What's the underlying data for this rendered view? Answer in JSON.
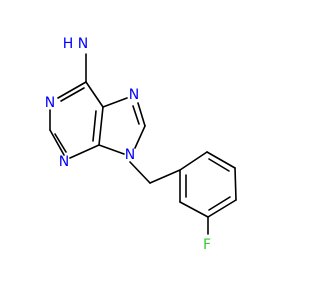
{
  "molecule": {
    "atom_labels": {
      "amine_h": "H",
      "amine_n": "N",
      "n1": "N",
      "n3": "N",
      "n7": "N",
      "n9": "N",
      "fluorine": "F"
    },
    "colors": {
      "bond": "#000000",
      "nitrogen": "#0000ff",
      "fluorine": "#33cc33"
    }
  }
}
